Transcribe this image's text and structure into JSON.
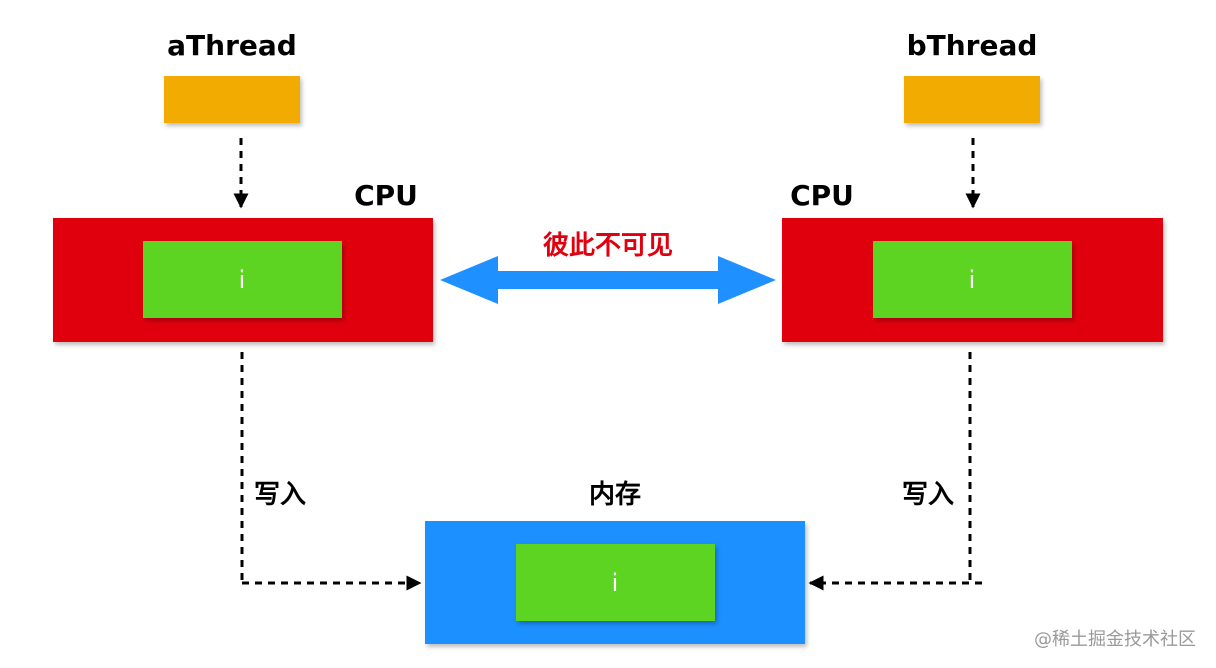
{
  "colors": {
    "thread": "#f2ab00",
    "cpu": "#e0000f",
    "cache_var": "#5dd321",
    "memory": "#1e90ff",
    "arrow": "#1e90ff",
    "invisible_text": "#e0000f"
  },
  "threads": {
    "a": {
      "label": "aThread"
    },
    "b": {
      "label": "bThread"
    }
  },
  "cpus": {
    "a": {
      "label": "CPU",
      "var": "i"
    },
    "b": {
      "label": "CPU",
      "var": "i"
    }
  },
  "visibility": {
    "label": "彼此不可见"
  },
  "memory": {
    "label": "内存",
    "var": "i"
  },
  "writes": {
    "a": {
      "label": "写入"
    },
    "b": {
      "label": "写入"
    }
  },
  "watermark": {
    "label": "@稀土掘金技术社区"
  }
}
